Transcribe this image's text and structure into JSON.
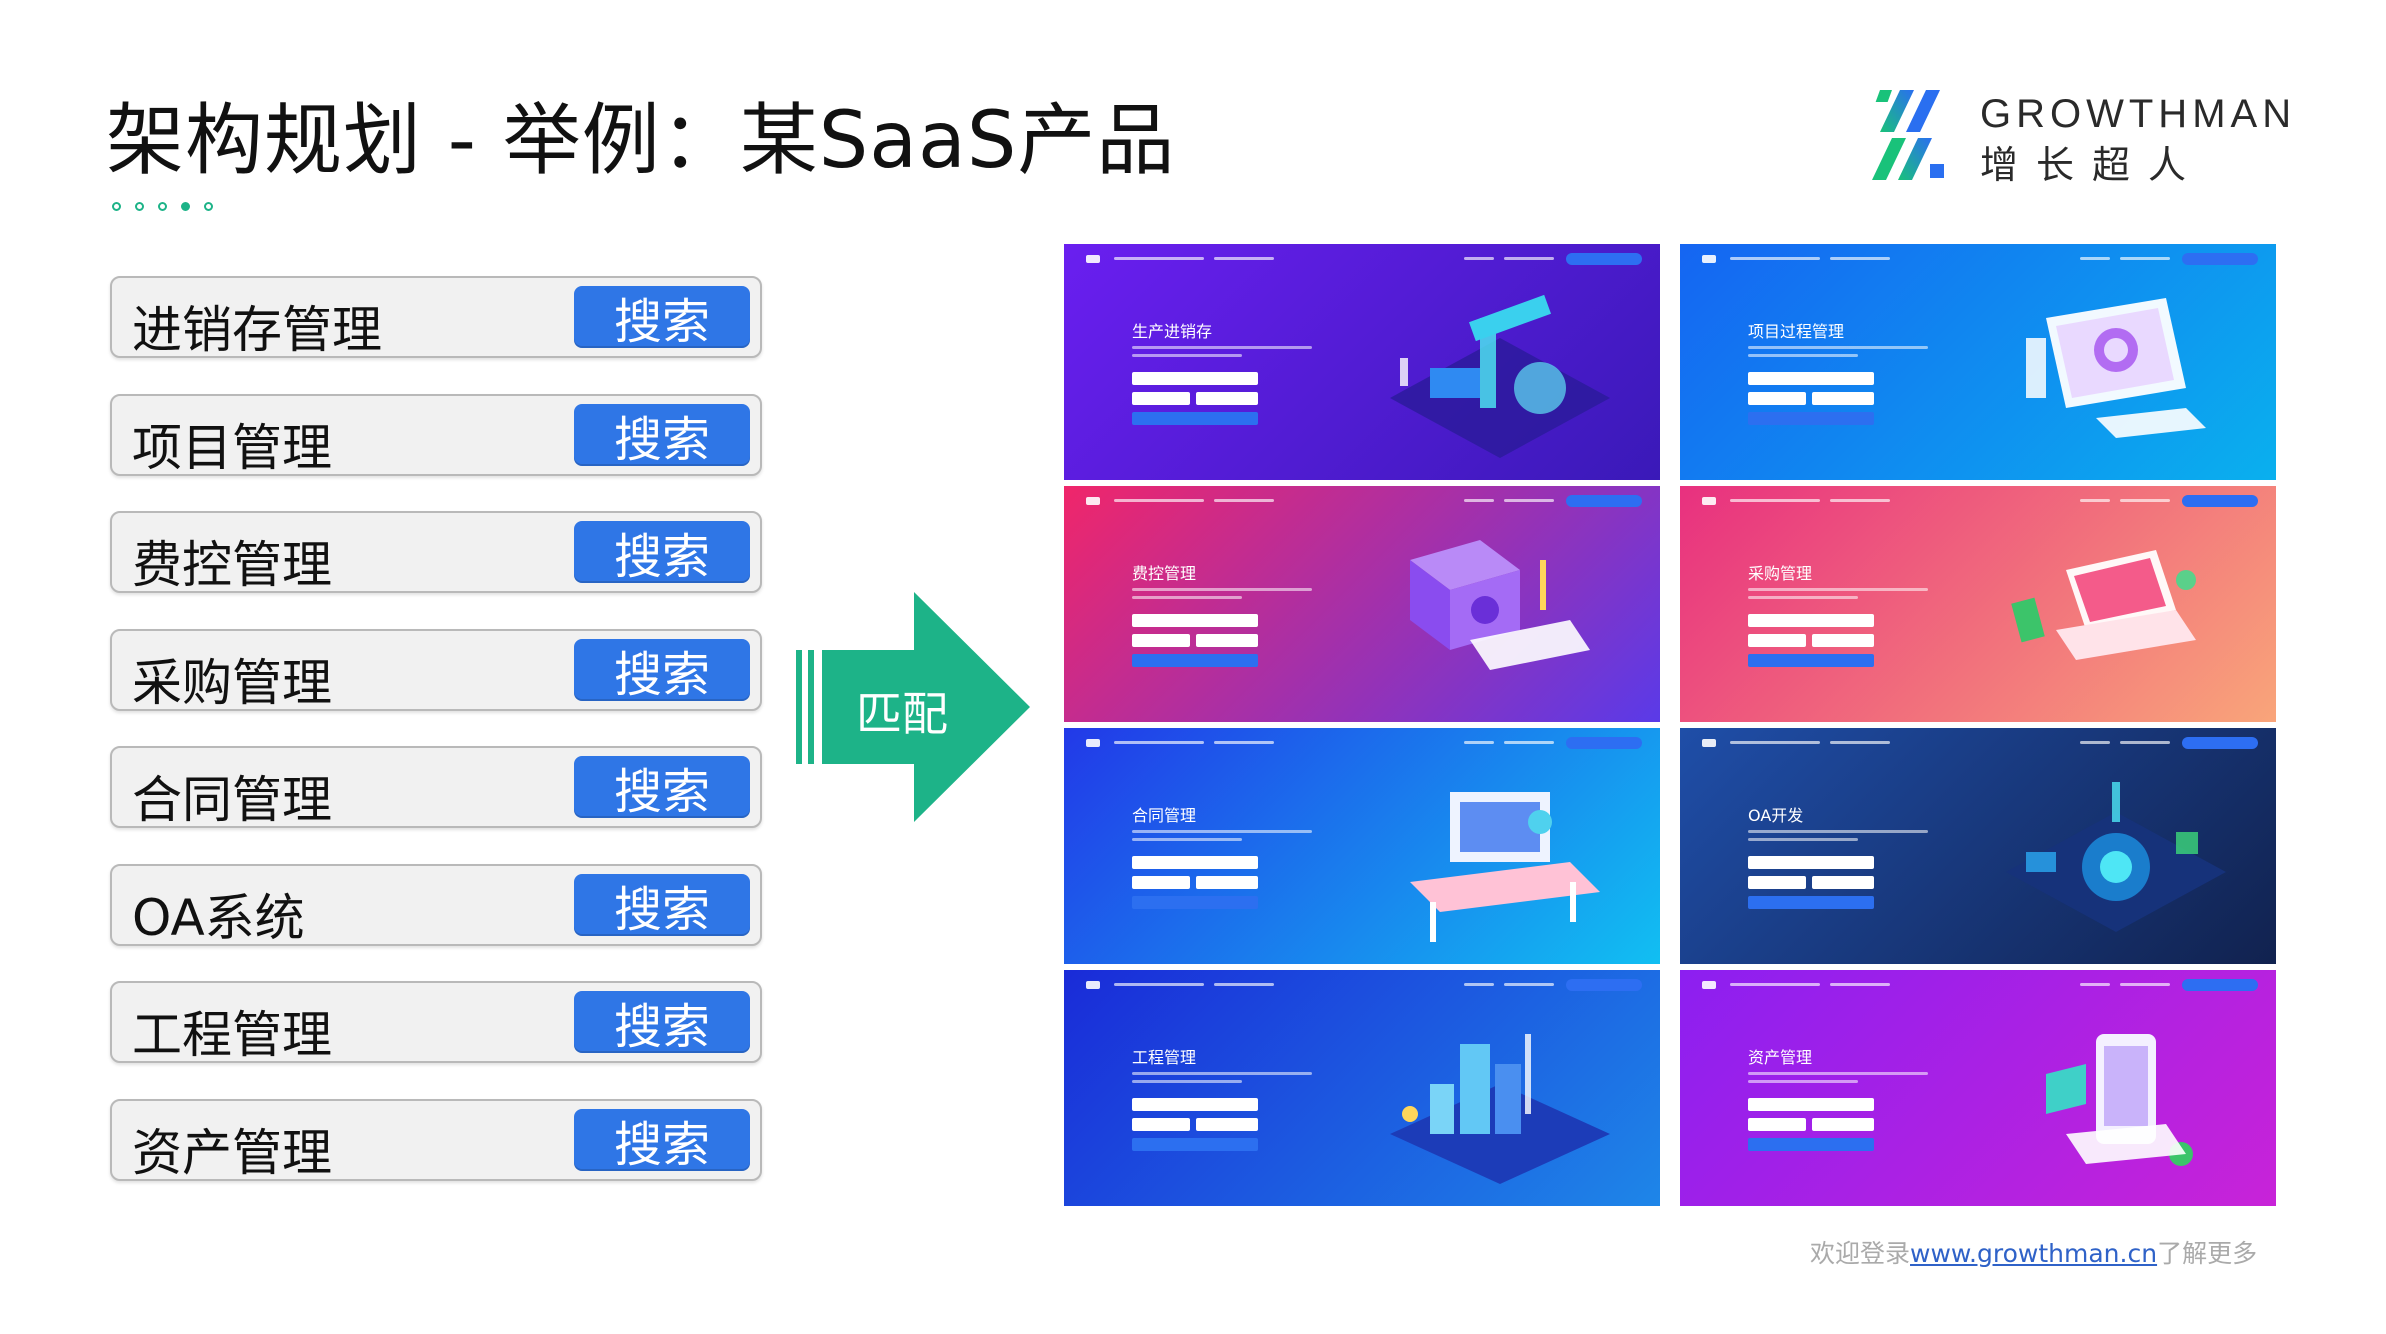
{
  "title": "架构规划 - 举例：某SaaS产品",
  "logo": {
    "en": "GROWTHMAN",
    "cn": "增长超人"
  },
  "pagination": {
    "total": 5,
    "active": 4
  },
  "search_rows": [
    {
      "label": "进销存管理",
      "button": "搜索"
    },
    {
      "label": "项目管理",
      "button": "搜索"
    },
    {
      "label": "费控管理",
      "button": "搜索"
    },
    {
      "label": "采购管理",
      "button": "搜索"
    },
    {
      "label": "合同管理",
      "button": "搜索"
    },
    {
      "label": "OA系统",
      "button": "搜索"
    },
    {
      "label": "工程管理",
      "button": "搜索"
    },
    {
      "label": "资产管理",
      "button": "搜索"
    }
  ],
  "arrow": {
    "label": "匹配",
    "color": "#1db388"
  },
  "cards": [
    {
      "title": "生产进销存",
      "from": "#6a1ff0",
      "to": "#3a19b8",
      "illus": "factory-robot-illustration"
    },
    {
      "title": "项目过程管理",
      "from": "#1565f2",
      "to": "#0ab0ee",
      "illus": "dashboard-monitor-illustration"
    },
    {
      "title": "费控管理",
      "from": "#f0266a",
      "to": "#5a3ae8",
      "illus": "safe-vault-illustration"
    },
    {
      "title": "采购管理",
      "from": "#e8307f",
      "to": "#f9a57a",
      "illus": "purchase-laptop-illustration"
    },
    {
      "title": "合同管理",
      "from": "#2239e8",
      "to": "#11bff2",
      "illus": "contract-desk-illustration"
    },
    {
      "title": "OA开发",
      "from": "#1f4ea8",
      "to": "#11224f",
      "illus": "network-chip-illustration"
    },
    {
      "title": "工程管理",
      "from": "#1a2bd8",
      "to": "#1e86e8",
      "illus": "engineering-city-illustration"
    },
    {
      "title": "资产管理",
      "from": "#8c1ff0",
      "to": "#c823d8",
      "illus": "asset-phone-illustration"
    }
  ],
  "footer": {
    "prefix": "欢迎登录",
    "link": "www.growthman.cn",
    "suffix": "了解更多"
  }
}
